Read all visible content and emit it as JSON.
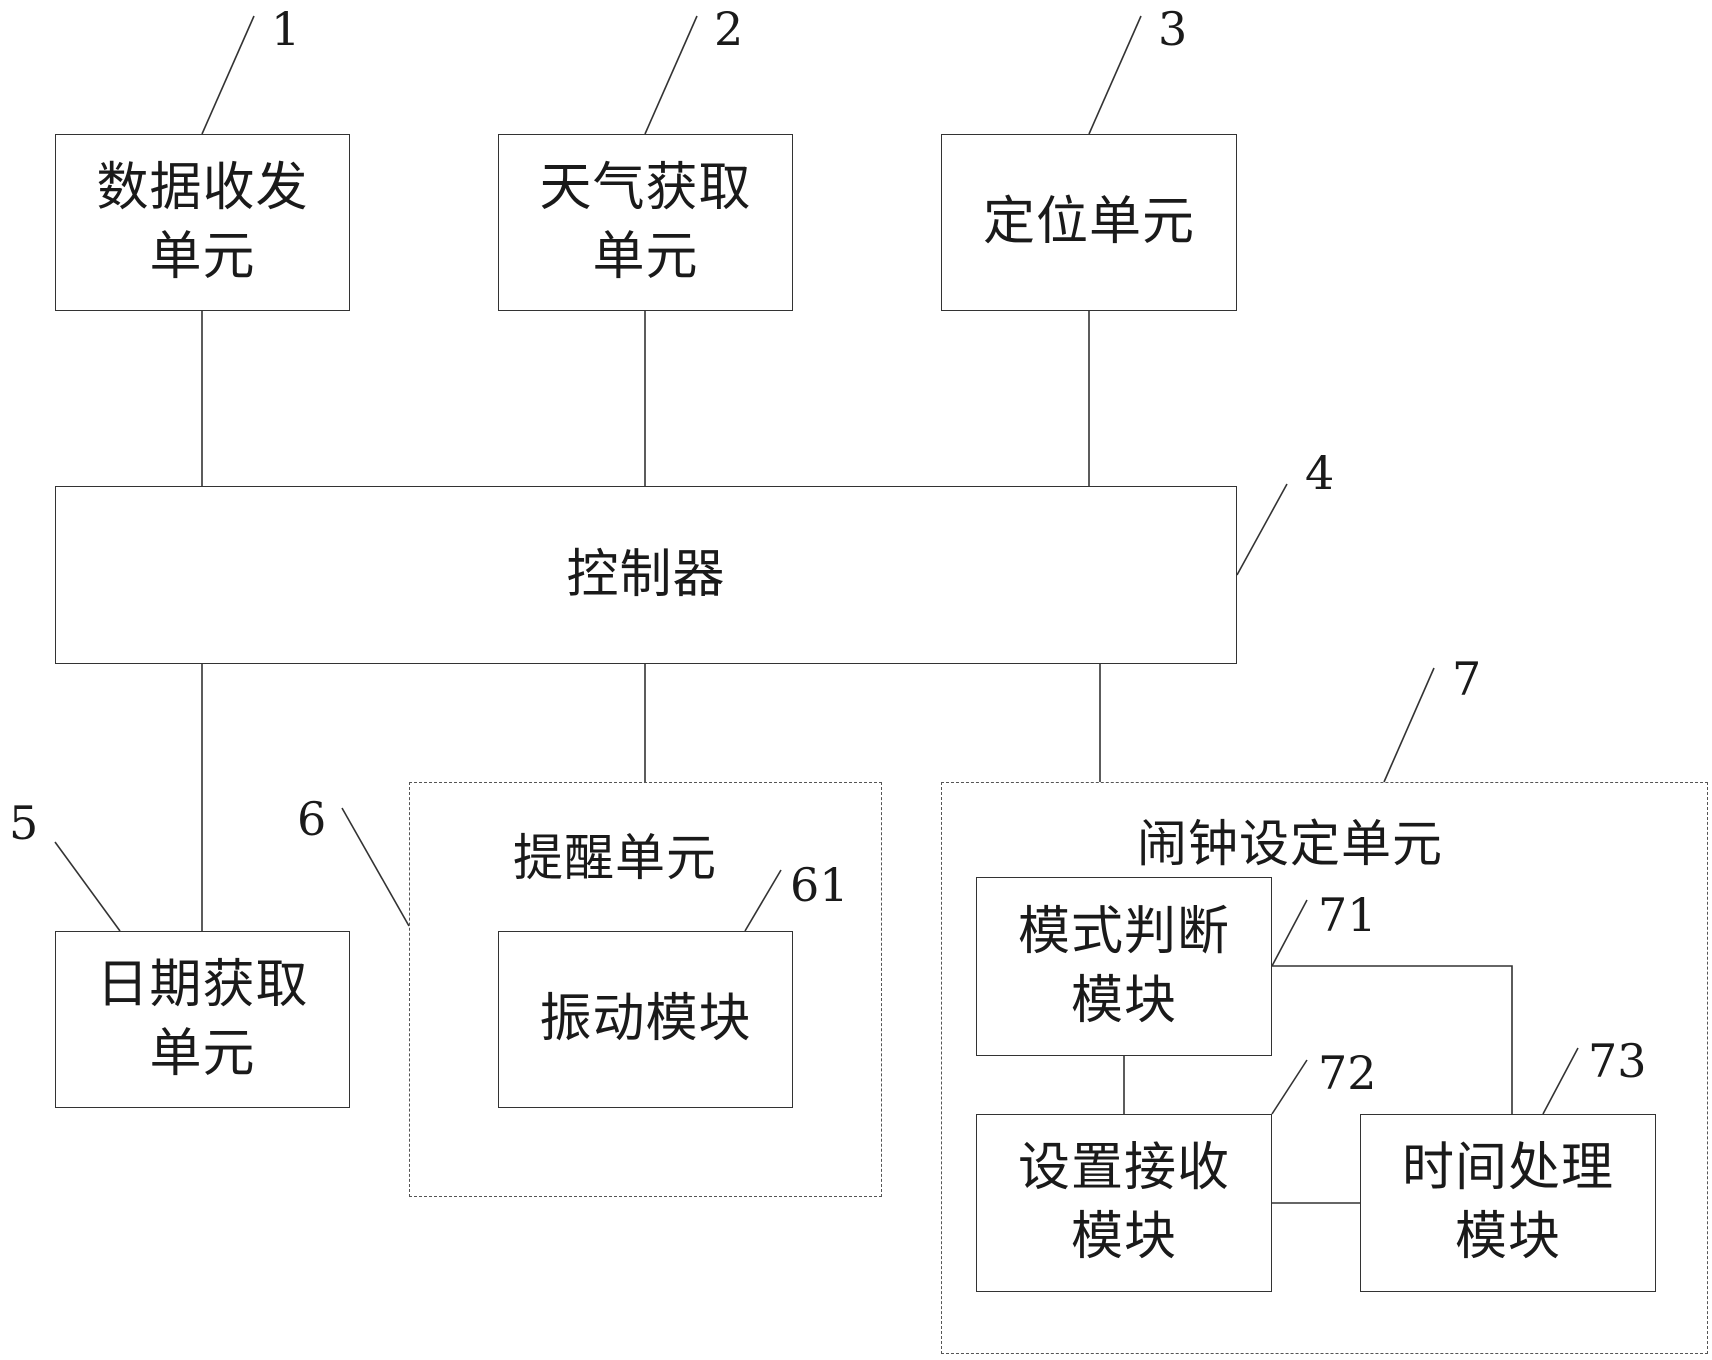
{
  "blocks": {
    "data_transceiver": {
      "ref": "1",
      "line1": "数据收发",
      "line2": "单元"
    },
    "weather_acquisition": {
      "ref": "2",
      "line1": "天气获取",
      "line2": "单元"
    },
    "positioning": {
      "ref": "3",
      "line1": "定位单元"
    },
    "controller": {
      "ref": "4",
      "label": "控制器"
    },
    "date_acquisition": {
      "ref": "5",
      "line1": "日期获取",
      "line2": "单元"
    },
    "reminder_unit": {
      "ref": "6",
      "title": "提醒单元"
    },
    "vibration_module": {
      "ref": "61",
      "label": "振动模块"
    },
    "alarm_setting_unit": {
      "ref": "7",
      "title": "闹钟设定单元"
    },
    "mode_judgment_module": {
      "ref": "71",
      "line1": "模式判断",
      "line2": "模块"
    },
    "setting_receiving_module": {
      "ref": "72",
      "line1": "设置接收",
      "line2": "模块"
    },
    "time_processing_module": {
      "ref": "73",
      "line1": "时间处理",
      "line2": "模块"
    }
  },
  "colors": {
    "line": "#333333",
    "dashed": "#555555",
    "background": "#ffffff"
  }
}
